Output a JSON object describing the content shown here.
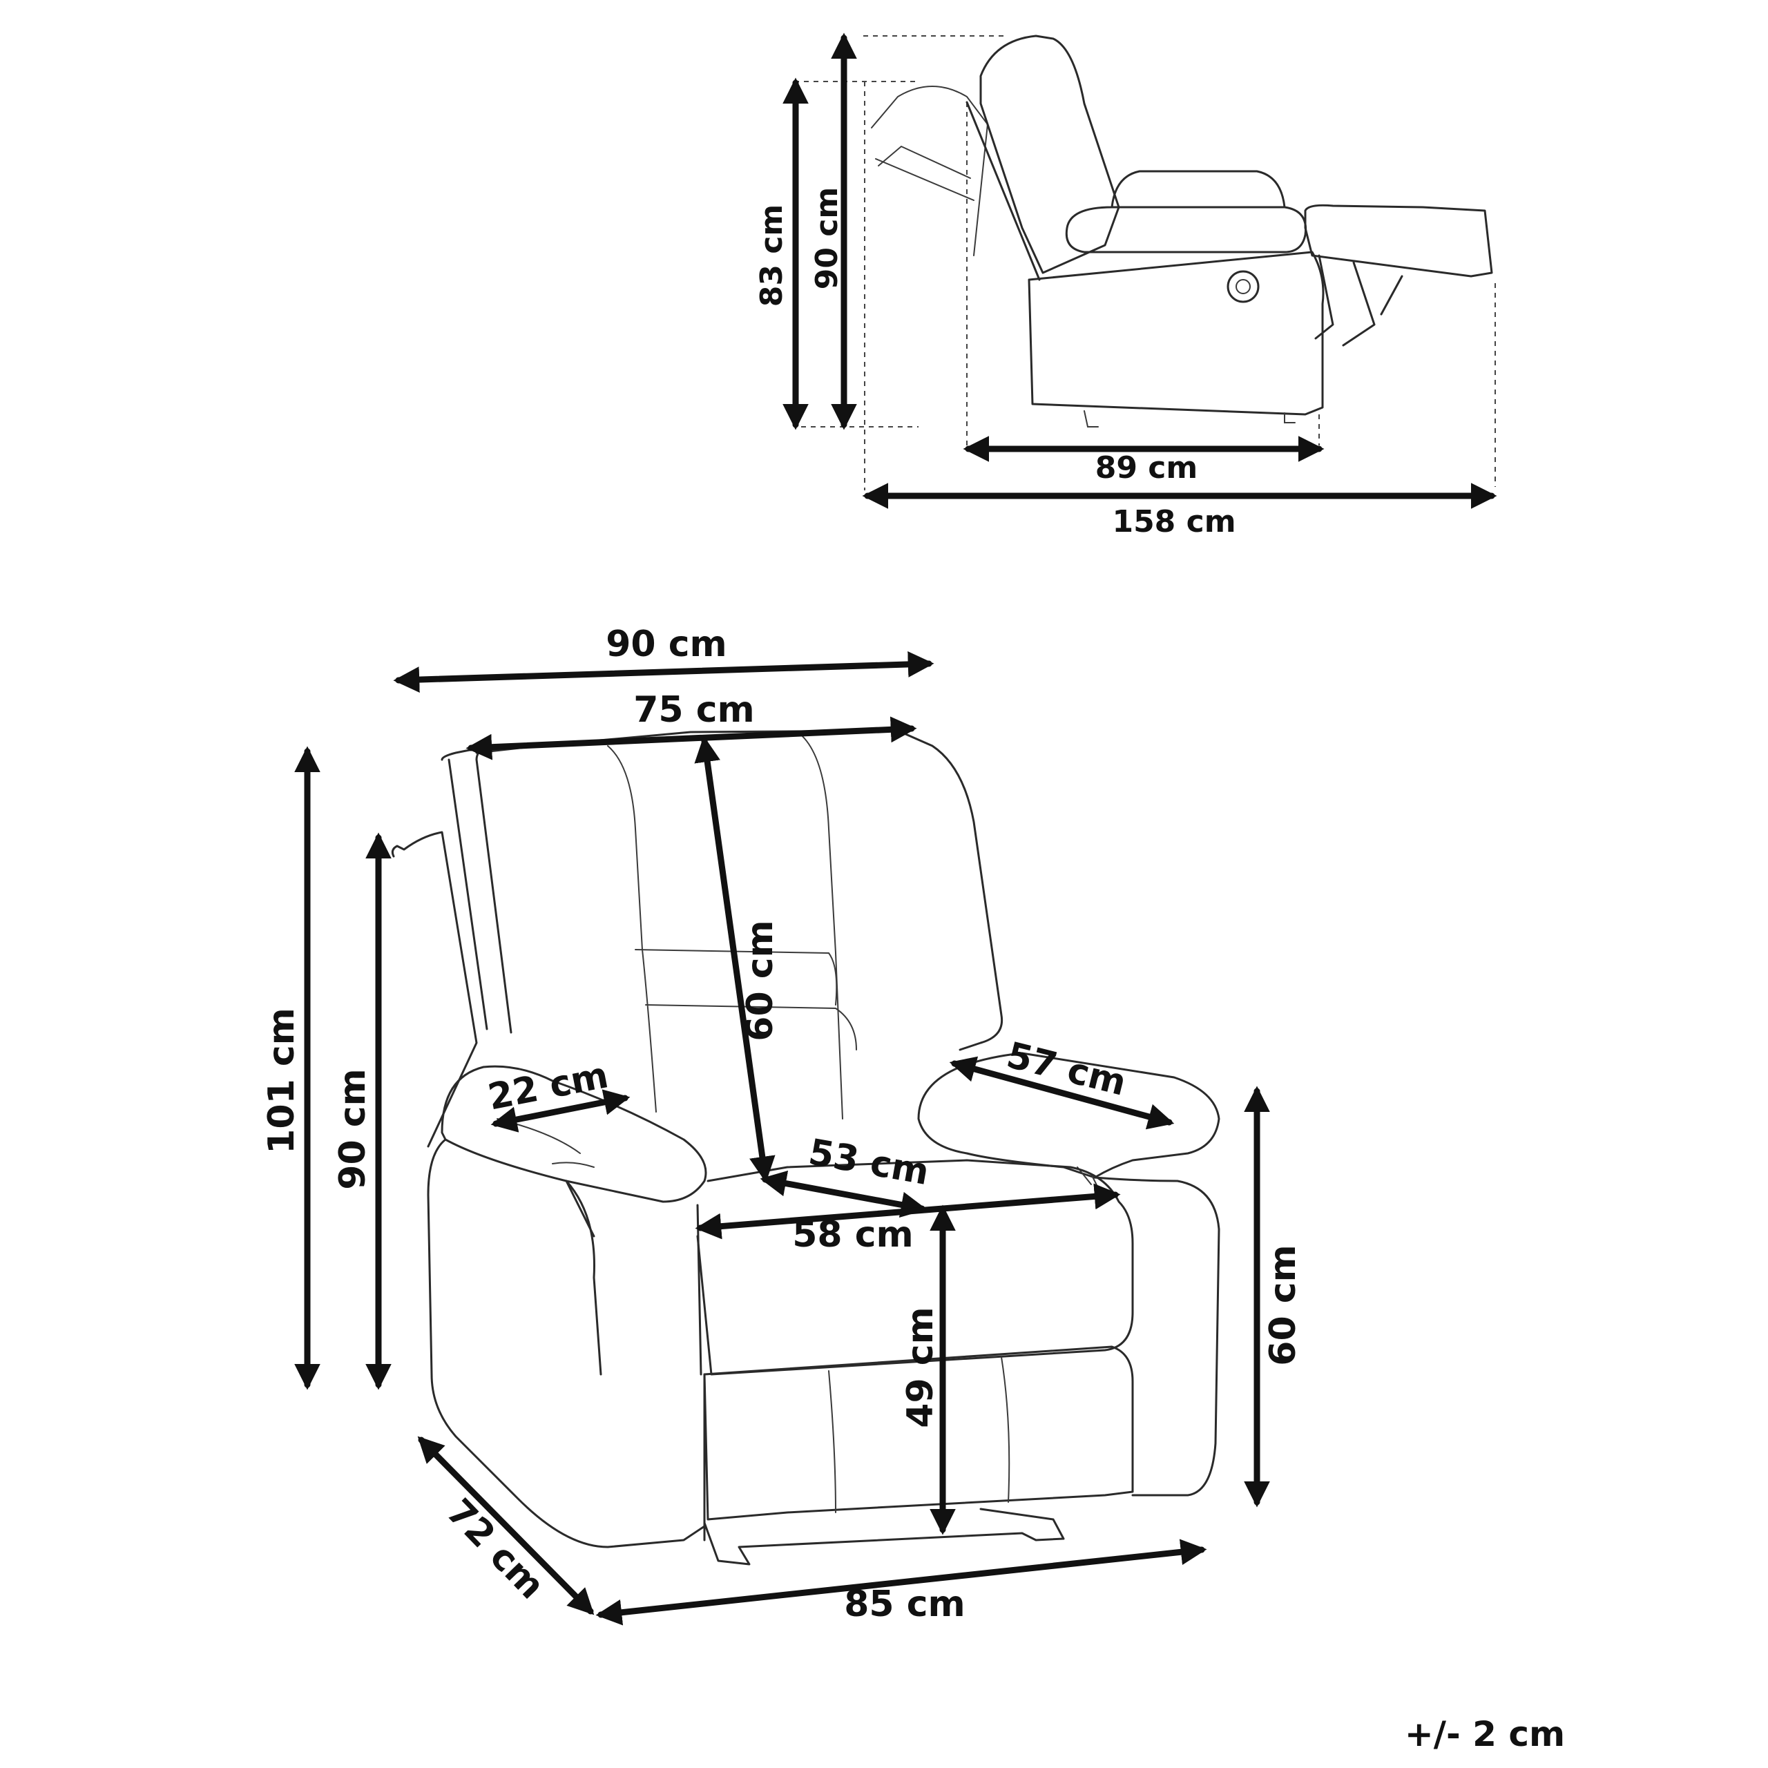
{
  "side_view": {
    "height_upright": "83 cm",
    "height_reclined": "90 cm",
    "depth_upright": "89 cm",
    "depth_reclined": "158 cm"
  },
  "front_view": {
    "total_width": "90 cm",
    "back_width": "75 cm",
    "back_height": "60 cm",
    "total_height": "101 cm",
    "height_90": "90 cm",
    "armrest_width": "22 cm",
    "armrest_length": "57 cm",
    "seat_depth": "53 cm",
    "seat_width": "58 cm",
    "seat_height": "49 cm",
    "arm_height": "60 cm",
    "depth": "72 cm",
    "base_width": "85 cm"
  },
  "tolerance": "+/- 2 cm"
}
